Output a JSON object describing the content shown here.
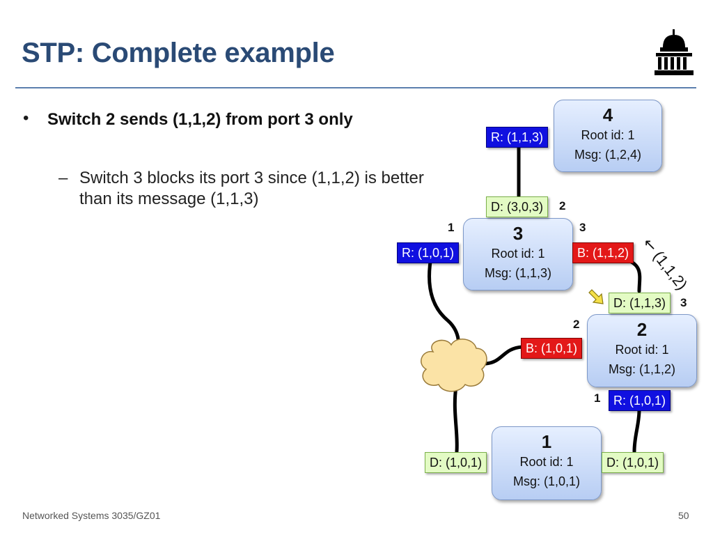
{
  "slide": {
    "title": "STP: Complete example",
    "bullet": "Switch 2 sends (1,1,2) from port 3 only",
    "bullet_marker": "•",
    "sub_marker": "–",
    "sub_bullet": "Switch 3 blocks its port 3 since (1,1,2) is better than its message (1,1,3)",
    "footer": "Networked Systems 3035/GZ01",
    "page_number": "50"
  },
  "switches": {
    "s4": {
      "id": "4",
      "root": "Root id: 1",
      "msg": "Msg: (1,2,4)"
    },
    "s3": {
      "id": "3",
      "root": "Root id: 1",
      "msg": "Msg: (1,1,3)"
    },
    "s2": {
      "id": "2",
      "root": "Root id: 1",
      "msg": "Msg: (1,1,2)"
    },
    "s1": {
      "id": "1",
      "root": "Root id: 1",
      "msg": "Msg: (1,0,1)"
    }
  },
  "ports": {
    "s4_r": "R: (1,1,3)",
    "s3_d_top": "D: (3,0,3)",
    "s3_r": "R: (1,0,1)",
    "s3_b": "B: (1,1,2)",
    "s2_d_top": "D: (1,1,3)",
    "s2_b": "B: (1,0,1)",
    "s2_r": "R: (1,0,1)",
    "s1_d_left": "D: (1,0,1)",
    "s1_d_right": "D: (1,0,1)"
  },
  "port_numbers": {
    "s3_top": "2",
    "s3_left": "1",
    "s3_right": "3",
    "s2_top": "3",
    "s2_left": "2",
    "s2_bottom": "1"
  },
  "message_annotation": "(1,1,2)",
  "message_arrow": "↖",
  "colors": {
    "title": "#2a4a75",
    "root_port": "#1010e0",
    "blocked_port": "#e31818",
    "designated_port": "#e3fbc4",
    "switch_fill": "#b7cdf3"
  }
}
